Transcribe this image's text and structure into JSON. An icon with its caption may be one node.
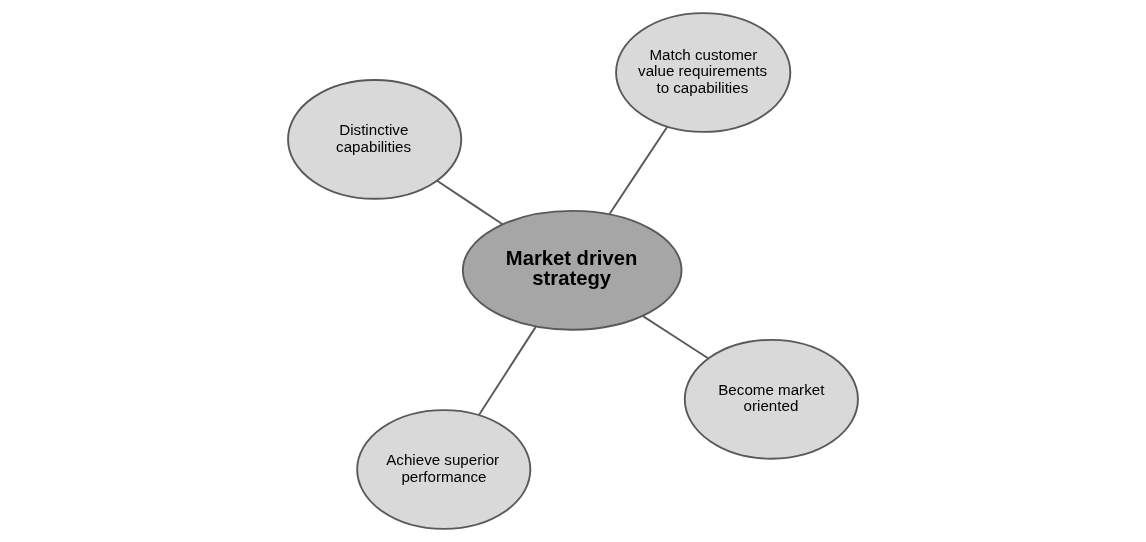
{
  "diagram": {
    "nodes": [
      {
        "text": [
          "Market driven strategy"
        ]
      },
      {
        "text": [
          "Become market oriented"
        ]
      },
      {
        "text": [
          "Achieve superior performance"
        ]
      },
      {
        "text": [
          "Distinctive capabilities"
        ]
      },
      {
        "text": [
          "Match customer value requirements to capabilities"
        ]
      }
    ],
    "edges": [
      {
        "from": 0,
        "to": 1,
        "arrow": "none"
      },
      {
        "from": 0,
        "to": 2,
        "arrow": "none"
      },
      {
        "from": 0,
        "to": 3,
        "arrow": "none"
      },
      {
        "from": 0,
        "to": 4,
        "arrow": "none"
      }
    ]
  }
}
